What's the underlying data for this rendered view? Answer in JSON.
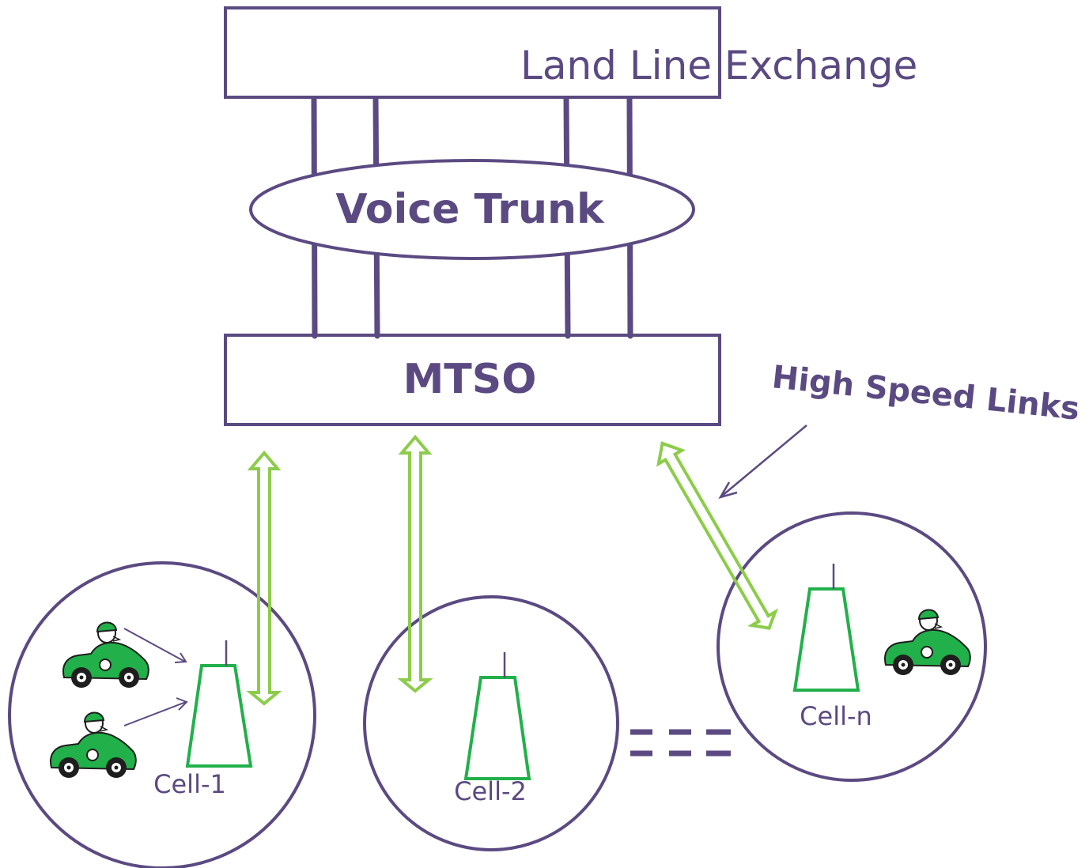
{
  "colors": {
    "structure": "#5b4a82",
    "link": "#8ccc4a",
    "tower": "#22b04a",
    "car_body": "#22b04a",
    "car_dark": "#1e1e1e"
  },
  "diagram": {
    "land_line_exchange": "Land Line Exchange",
    "voice_trunk": "Voice Trunk",
    "mtso": "MTSO",
    "high_speed_links": "High Speed Links",
    "cells": [
      {
        "label": "Cell-1",
        "cars": 2
      },
      {
        "label": "Cell-2",
        "cars": 0
      },
      {
        "label": "Cell-n",
        "cars": 1
      }
    ]
  }
}
